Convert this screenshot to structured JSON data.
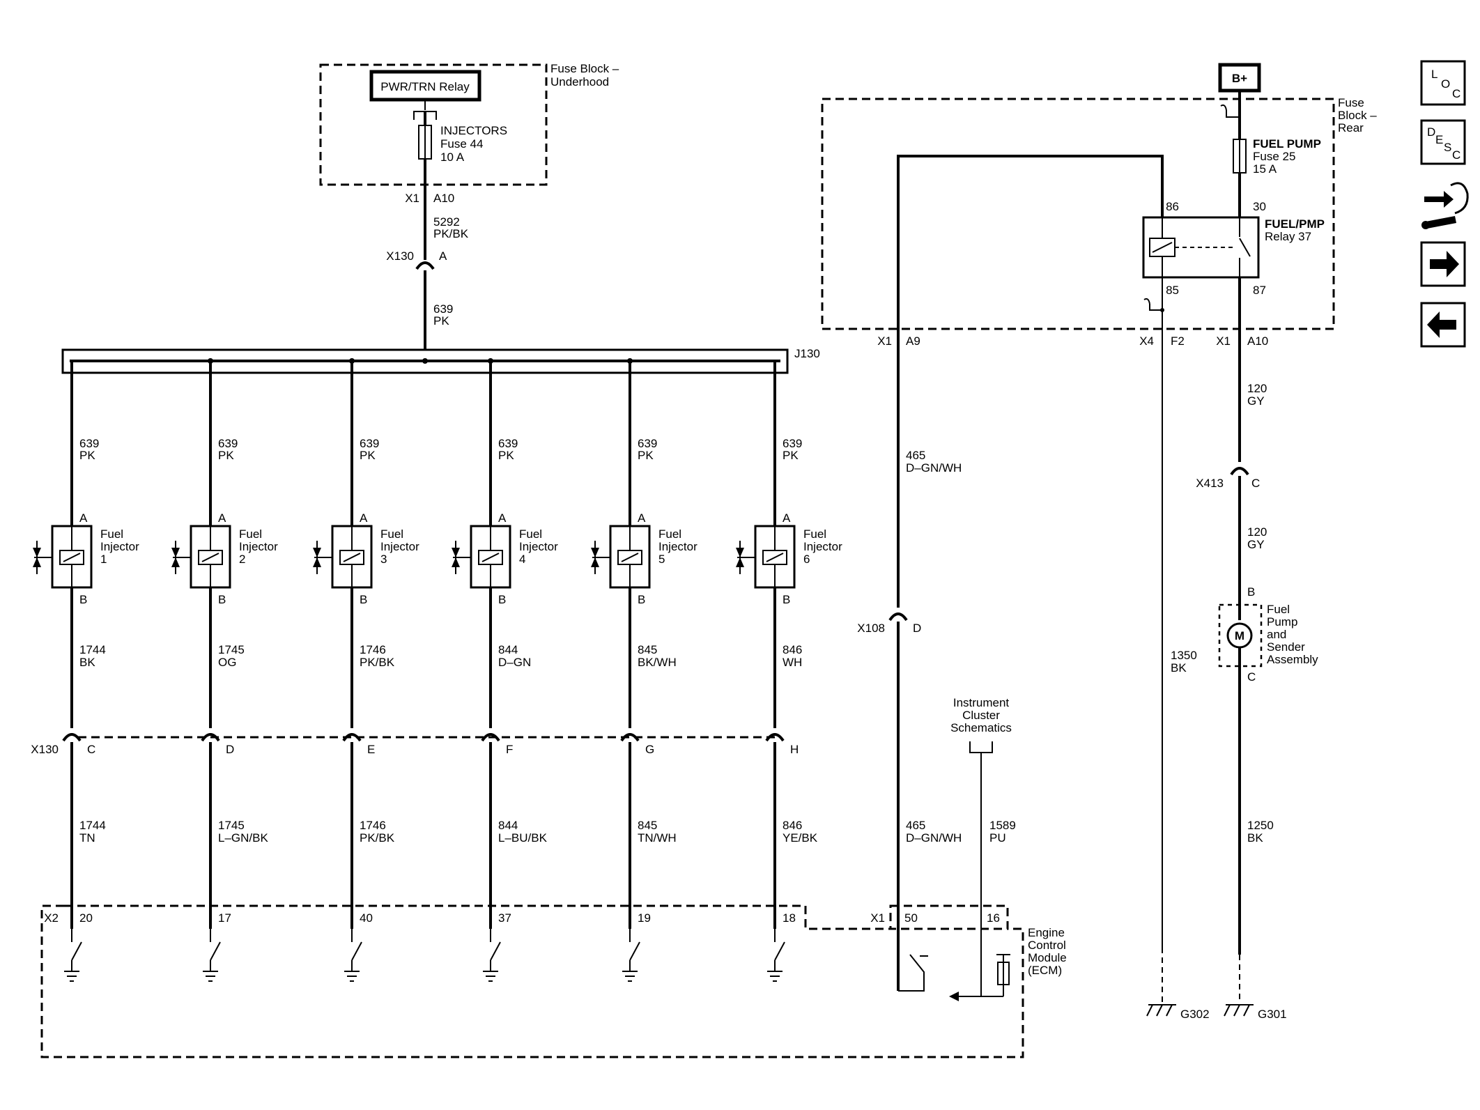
{
  "fuse_block_underhood": {
    "label_1": "Fuse Block –",
    "label_2": "Underhood",
    "relay": "PWR/TRN Relay",
    "fuse_name": "INJECTORS",
    "fuse_number": "Fuse 44",
    "fuse_rating": "10 A",
    "connector": "X1",
    "pin": "A10"
  },
  "feed": {
    "circuit_upper": "5292",
    "color_upper": "PK/BK",
    "connector": "X130",
    "pin": "A",
    "circuit_lower": "639",
    "color_lower": "PK",
    "splice": "J130"
  },
  "injectors": [
    {
      "name_1": "Fuel",
      "name_2": "Injector",
      "number": "1",
      "pin_a": "A",
      "pin_b": "B",
      "feed_circuit": "639",
      "feed_color": "PK",
      "out_circuit": "1744",
      "out_color": "BK",
      "x130_pin": "C",
      "ecm_circuit": "1744",
      "ecm_color": "TN",
      "ecm_pin": "20"
    },
    {
      "name_1": "Fuel",
      "name_2": "Injector",
      "number": "2",
      "pin_a": "A",
      "pin_b": "B",
      "feed_circuit": "639",
      "feed_color": "PK",
      "out_circuit": "1745",
      "out_color": "OG",
      "x130_pin": "D",
      "ecm_circuit": "1745",
      "ecm_color": "L–GN/BK",
      "ecm_pin": "17"
    },
    {
      "name_1": "Fuel",
      "name_2": "Injector",
      "number": "3",
      "pin_a": "A",
      "pin_b": "B",
      "feed_circuit": "639",
      "feed_color": "PK",
      "out_circuit": "1746",
      "out_color": "PK/BK",
      "x130_pin": "E",
      "ecm_circuit": "1746",
      "ecm_color": "PK/BK",
      "ecm_pin": "40"
    },
    {
      "name_1": "Fuel",
      "name_2": "Injector",
      "number": "4",
      "pin_a": "A",
      "pin_b": "B",
      "feed_circuit": "639",
      "feed_color": "PK",
      "out_circuit": "844",
      "out_color": "D–GN",
      "x130_pin": "F",
      "ecm_circuit": "844",
      "ecm_color": "L–BU/BK",
      "ecm_pin": "37"
    },
    {
      "name_1": "Fuel",
      "name_2": "Injector",
      "number": "5",
      "pin_a": "A",
      "pin_b": "B",
      "feed_circuit": "639",
      "feed_color": "PK",
      "out_circuit": "845",
      "out_color": "BK/WH",
      "x130_pin": "G",
      "ecm_circuit": "845",
      "ecm_color": "TN/WH",
      "ecm_pin": "19"
    },
    {
      "name_1": "Fuel",
      "name_2": "Injector",
      "number": "6",
      "pin_a": "A",
      "pin_b": "B",
      "feed_circuit": "639",
      "feed_color": "PK",
      "out_circuit": "846",
      "out_color": "WH",
      "x130_pin": "H",
      "ecm_circuit": "846",
      "ecm_color": "YE/BK",
      "ecm_pin": "18"
    }
  ],
  "x130_lower": "X130",
  "ecm": {
    "x2": "X2",
    "x1": "X1",
    "pin_50": "50",
    "pin_16": "16",
    "label_1": "Engine",
    "label_2": "Control",
    "label_3": "Module",
    "label_4": "(ECM)"
  },
  "relay_control": {
    "connector": "X1",
    "pin": "A9",
    "circuit": "465",
    "color": "D–GN/WH",
    "connector_x108": "X108",
    "x108_pin": "D",
    "circuit_lower": "465",
    "color_lower": "D–GN/WH"
  },
  "cluster": {
    "label_1": "Instrument",
    "label_2": "Cluster",
    "label_3": "Schematics",
    "circuit": "1589",
    "color": "PU"
  },
  "fuse_block_rear": {
    "label_1": "Fuse",
    "label_2": "Block –",
    "label_3": "Rear",
    "battery": "B+",
    "fuse_name": "FUEL PUMP",
    "fuse_number": "Fuse 25",
    "fuse_rating": "15 A",
    "relay_name": "FUEL/PMP",
    "relay_number": "Relay 37",
    "pin_86": "86",
    "pin_30": "30",
    "pin_85": "85",
    "pin_87": "87",
    "x4": "X4",
    "x4_pin": "F2",
    "x1": "X1",
    "x1_pin": "A10"
  },
  "relay_ground": {
    "circuit": "1350",
    "color": "BK",
    "ground": "G302"
  },
  "pump": {
    "circuit_upper": "120",
    "color_upper": "GY",
    "connector": "X413",
    "connector_pin": "C",
    "circuit_mid": "120",
    "color_mid": "GY",
    "pin_b": "B",
    "pin_c": "C",
    "motor": "M",
    "label_1": "Fuel",
    "label_2": "Pump",
    "label_3": "and",
    "label_4": "Sender",
    "label_5": "Assembly",
    "ground_circuit": "1250",
    "ground_color": "BK",
    "ground": "G301"
  },
  "nav_icons": {
    "loc_1": "L",
    "loc_2": "O",
    "loc_3": "C",
    "desc_1": "D",
    "desc_2": "E",
    "desc_3": "S",
    "desc_4": "C"
  }
}
